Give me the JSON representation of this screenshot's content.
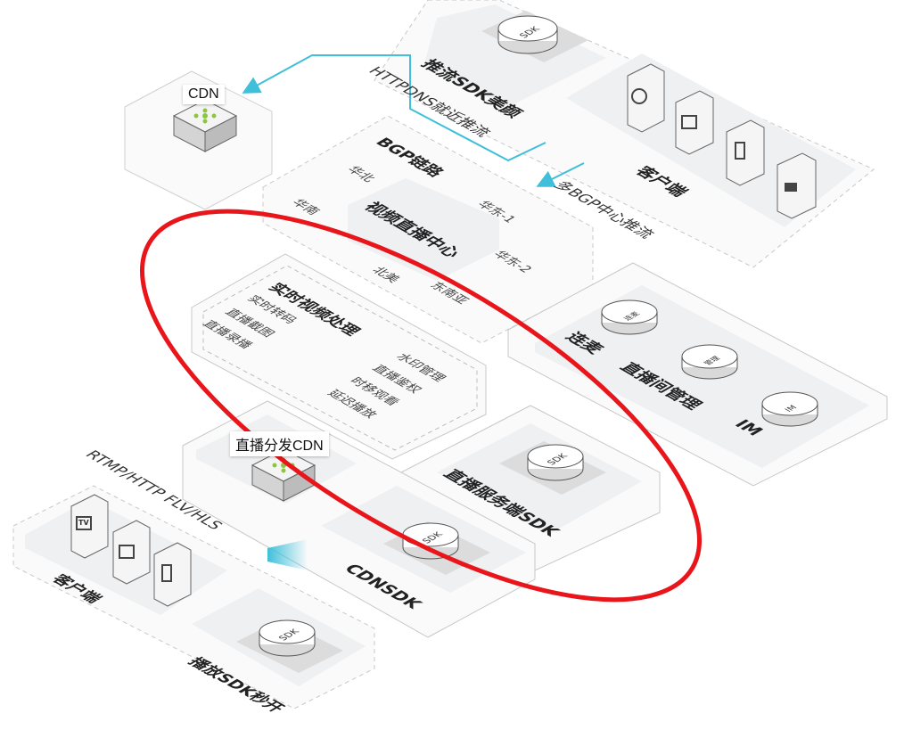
{
  "top": {
    "cdn_label": "CDN",
    "push_sdk_label": "推流SDK美颜",
    "httpdns_label": "HTTPDNS就近推流",
    "client_label": "客户端",
    "multi_bgp_label": "多BGP中心推流"
  },
  "bgp": {
    "title": "BGP链路",
    "center": "视频直播中心",
    "regions": [
      "华北",
      "华南",
      "华东-1",
      "华东-2",
      "北美",
      "东南亚"
    ]
  },
  "processing": {
    "title": "实时视频处理",
    "items_left": [
      "实时转码",
      "直播截图",
      "直播录播"
    ],
    "items_right": [
      "水印管理",
      "直播鉴权",
      "时移观看",
      "延迟播放"
    ]
  },
  "services": {
    "lianmai_label": "连麦",
    "lianmai_disk": "连麦",
    "room_mgmt_label": "直播间管理",
    "room_mgmt_disk": "管理",
    "im_label": "IM",
    "im_disk": "IM",
    "server_sdk_label": "直播服务端SDK",
    "sdk_disk": "SDK"
  },
  "bottom": {
    "dist_cdn_label": "直播分发CDN",
    "protocol_label": "RTMP/HTTP FLV/HLS",
    "client_label": "客户端",
    "cdnsdk_label": "CDNSDK",
    "player_sdk_label": "播放SDK秒开",
    "tv_text": "TV"
  },
  "colors": {
    "arrow": "#3fbfd9",
    "highlight_ellipse": "#e8151b",
    "panel_fill": "#eef0f2",
    "dash_border": "#c8c8c8",
    "node_green": "#8cc63f"
  }
}
